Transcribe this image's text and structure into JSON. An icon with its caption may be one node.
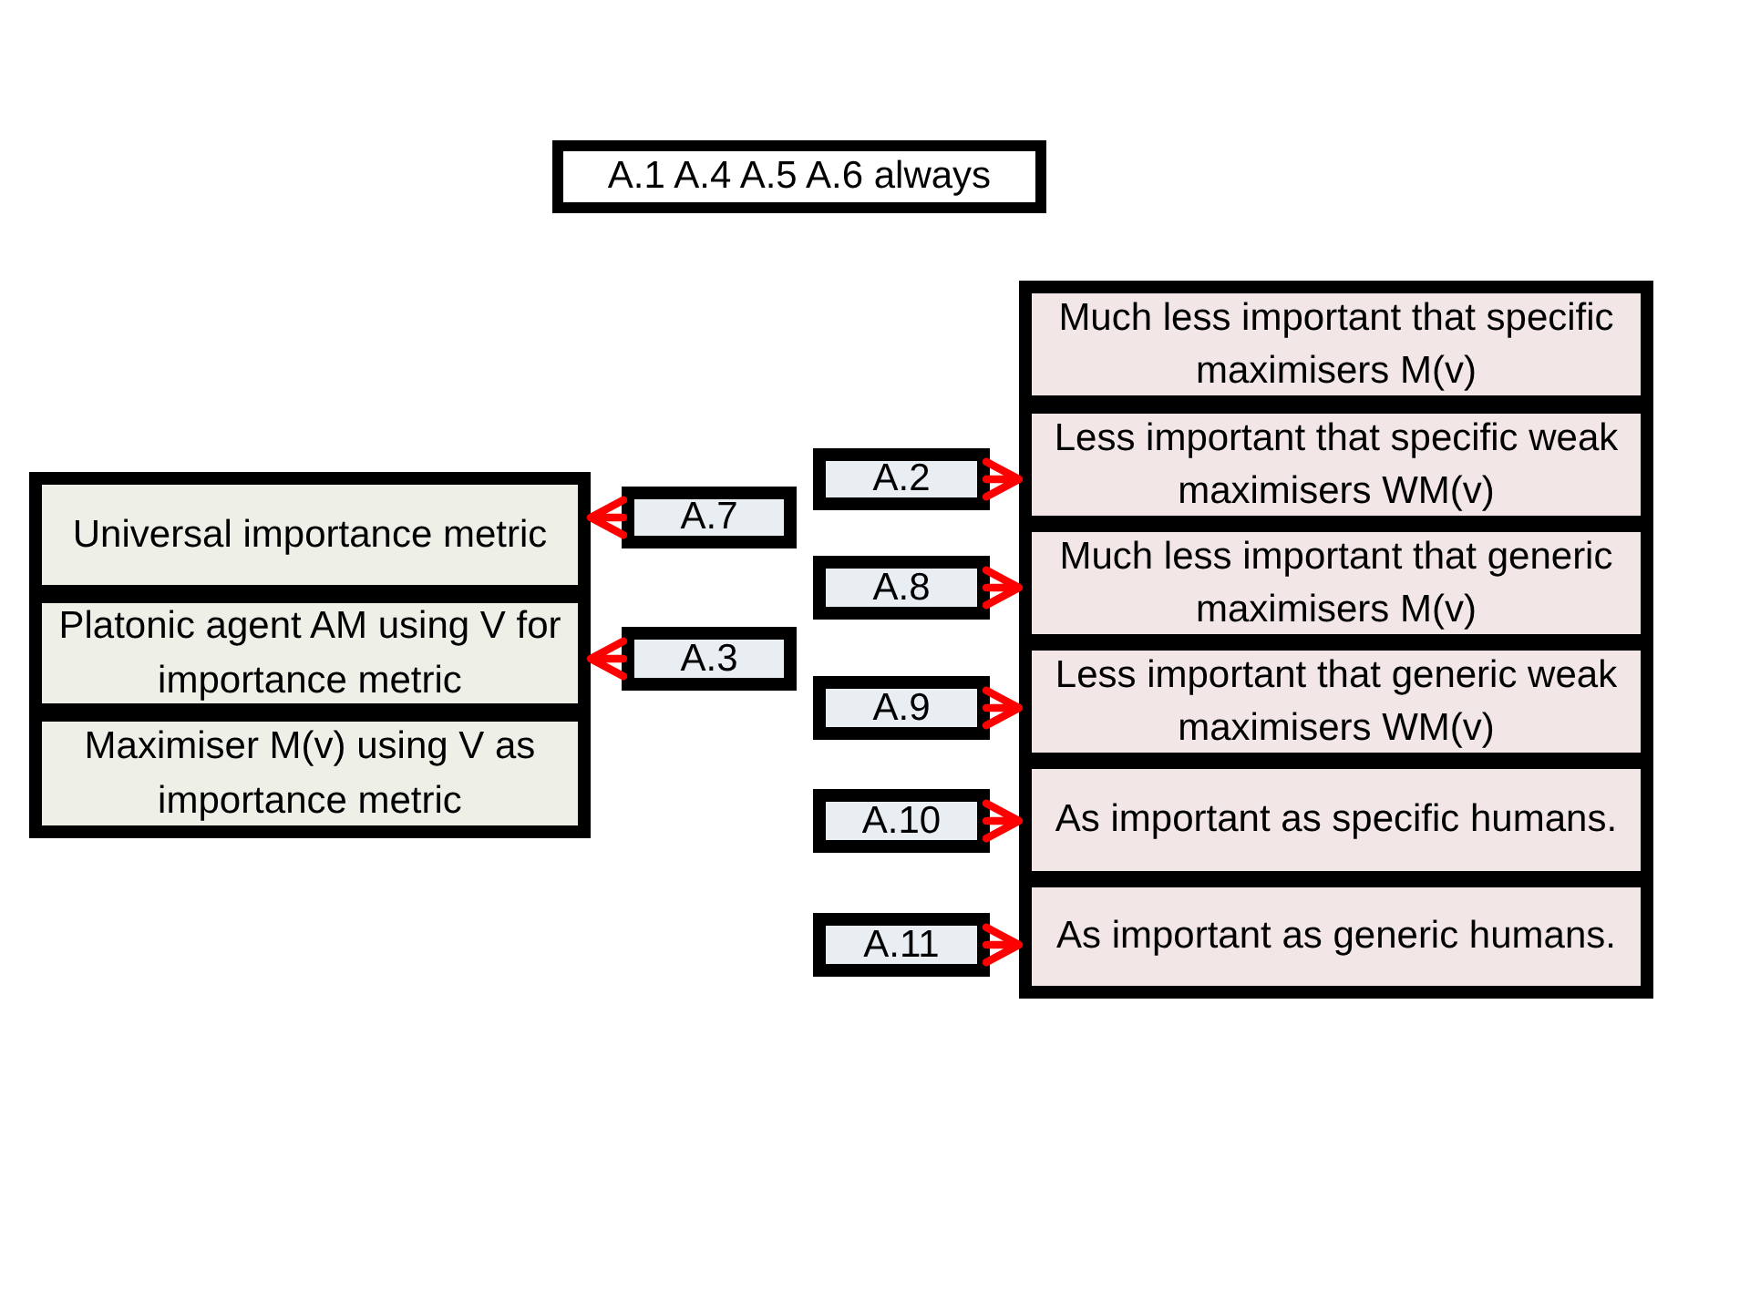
{
  "diagram": {
    "nodes": [
      {
        "text": [
          "A.1 A.4 A.5 A.6 always"
        ]
      },
      {
        "text": [
          "Universal importance metric"
        ]
      },
      {
        "text": [
          "Platonic agent AM using V for importance metric"
        ]
      },
      {
        "text": [
          "Maximiser M(v) using V as importance metric"
        ]
      },
      {
        "text": [
          "A.7"
        ]
      },
      {
        "text": [
          "A.3"
        ]
      },
      {
        "text": [
          "A.2"
        ]
      },
      {
        "text": [
          "A.8"
        ]
      },
      {
        "text": [
          "A.9"
        ]
      },
      {
        "text": [
          "A.10"
        ]
      },
      {
        "text": [
          "A.11"
        ]
      },
      {
        "text": [
          "Much less important that specific maximisers M(v)"
        ]
      },
      {
        "text": [
          "Less important that specific weak maximisers WM(v)"
        ]
      },
      {
        "text": [
          "Much less important that generic maximisers M(v)"
        ]
      },
      {
        "text": [
          "Less important that generic weak maximisers WM(v)"
        ]
      },
      {
        "text": [
          "As important as specific humans."
        ]
      },
      {
        "text": [
          "As important as generic humans."
        ]
      }
    ],
    "edges": [
      {
        "from": 4,
        "to": 1,
        "arrow": "to",
        "color": "#ff0000"
      },
      {
        "from": 5,
        "to": 2,
        "arrow": "to",
        "color": "#ff0000"
      },
      {
        "from": 6,
        "to": 12,
        "arrow": "to",
        "color": "#ff0000"
      },
      {
        "from": 7,
        "to": 13,
        "arrow": "to",
        "color": "#ff0000"
      },
      {
        "from": 8,
        "to": 14,
        "arrow": "to",
        "color": "#ff0000"
      },
      {
        "from": 9,
        "to": 15,
        "arrow": "to",
        "color": "#ff0000"
      },
      {
        "from": 10,
        "to": 16,
        "arrow": "to",
        "color": "#ff0000"
      }
    ]
  }
}
